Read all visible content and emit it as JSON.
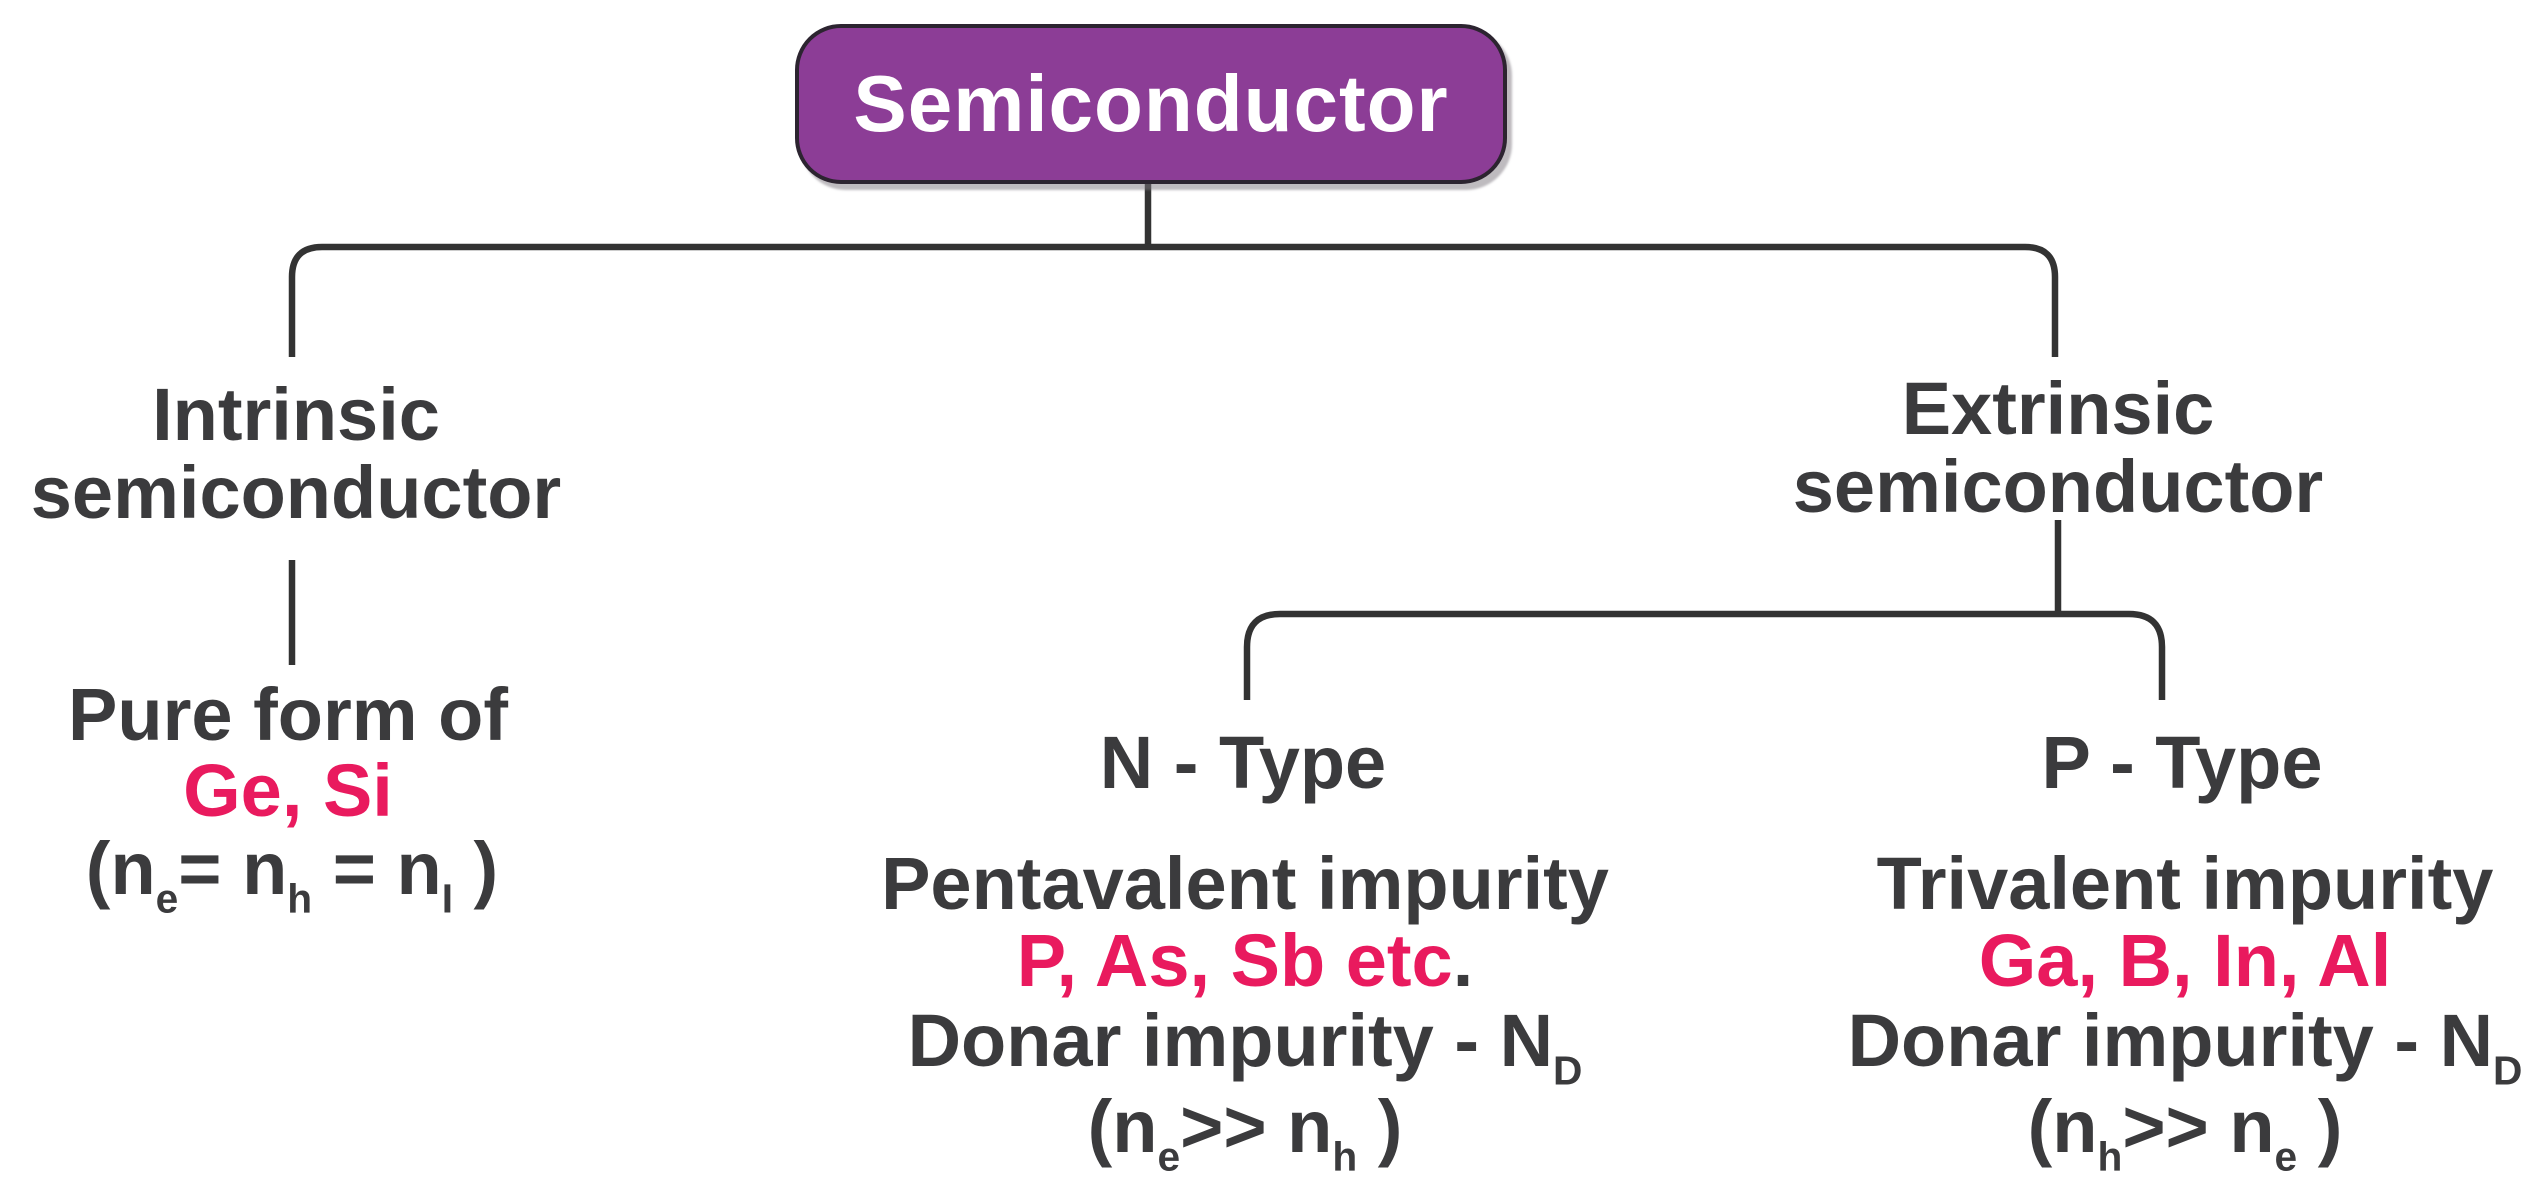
{
  "colors": {
    "background": "#FFFFFF",
    "root_box_fill": "#8C3D96",
    "root_box_border": "#2C2430",
    "root_text": "#FFFFFF",
    "text_dark": "#3B3B3D",
    "accent_pink": "#E91A5E",
    "connector_line": "#333333"
  },
  "root": {
    "label": "Semiconductor"
  },
  "branches": {
    "intrinsic": {
      "title": [
        "Intrinsic",
        "semiconductor"
      ],
      "desc_line1": "Pure form of",
      "desc_line2": "Ge, Si",
      "formula": {
        "p1": "(n",
        "s1": "e",
        "p2": "= n",
        "s2": "h",
        "p3": " = n",
        "s3": "I",
        "p4": " )"
      }
    },
    "extrinsic": {
      "title": [
        "Extrinsic",
        "semiconductor"
      ],
      "children": {
        "n_type": {
          "title": "N - Type",
          "line1": "Pentavalent impurity",
          "line2_pink": "P, As, Sb etc",
          "line2_dark": ".",
          "line3": "Donar impurity - N",
          "line3_sub": "D",
          "formula": {
            "p1": "(n",
            "s1": "e",
            "p2": ">> n",
            "s2": "h",
            "p3": " )"
          }
        },
        "p_type": {
          "title": "P - Type",
          "line1": "Trivalent impurity",
          "line2_pink": "Ga, B, In, Al",
          "line2_dark": "",
          "line3": "Donar impurity - N",
          "line3_sub": "D",
          "formula": {
            "p1": "(n",
            "s1": "h",
            "p2": ">> n",
            "s2": "e",
            "p3": " )"
          }
        }
      }
    }
  }
}
